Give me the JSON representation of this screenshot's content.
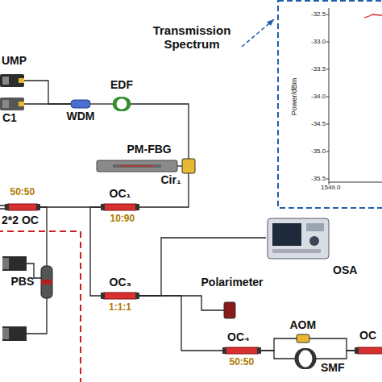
{
  "diagram": {
    "nodes": [
      {
        "text": [
          "UMP"
        ]
      },
      {
        "text": [
          "C1"
        ]
      },
      {
        "text": [
          "WDM"
        ]
      },
      {
        "text": [
          "EDF"
        ]
      },
      {
        "text": [
          "PM-FBG"
        ]
      },
      {
        "text": [
          "Cir₁"
        ]
      },
      {
        "text": [
          "50:50",
          "2*2 OC"
        ]
      },
      {
        "text": [
          "OC₁",
          "10:90"
        ]
      },
      {
        "text": [
          "OSA"
        ]
      },
      {
        "text": [
          "PBS"
        ]
      },
      {
        "text": [
          "OC₃",
          "1:1:1"
        ]
      },
      {
        "text": [
          "Polarimeter"
        ]
      },
      {
        "text": [
          "OC₄",
          "50:50"
        ]
      },
      {
        "text": [
          "AOM"
        ]
      },
      {
        "text": [
          "SMF"
        ]
      },
      {
        "text": [
          "OC"
        ]
      }
    ],
    "edges": [
      {
        "from": 0,
        "to": 2,
        "arrow": "none"
      },
      {
        "from": 1,
        "to": 2,
        "arrow": "none"
      },
      {
        "from": 2,
        "to": 3,
        "arrow": "none"
      },
      {
        "from": 3,
        "to": 5,
        "arrow": "none"
      },
      {
        "from": 5,
        "to": 4,
        "arrow": "none"
      },
      {
        "from": 5,
        "to": 7,
        "arrow": "none"
      },
      {
        "from": 7,
        "to": 6,
        "arrow": "none"
      },
      {
        "from": 7,
        "to": 10,
        "arrow": "none"
      },
      {
        "from": 10,
        "to": 8,
        "arrow": "none"
      },
      {
        "from": 10,
        "to": 11,
        "arrow": "none"
      },
      {
        "from": 10,
        "to": 12,
        "arrow": "none"
      },
      {
        "from": 12,
        "to": 13,
        "arrow": "none"
      },
      {
        "from": 13,
        "to": 15,
        "arrow": "none"
      },
      {
        "from": 12,
        "to": 14,
        "arrow": "none"
      },
      {
        "from": 14,
        "to": 15,
        "arrow": "none"
      },
      {
        "from": 6,
        "to": 9,
        "arrow": "none"
      }
    ],
    "labels": [
      "Transmission Spectrum",
      "Power/dBm",
      "-32.5",
      "-33.0",
      "-33.5",
      "-34.0",
      "-34.5",
      "-35.0",
      "-35.5",
      "1549.0"
    ]
  }
}
